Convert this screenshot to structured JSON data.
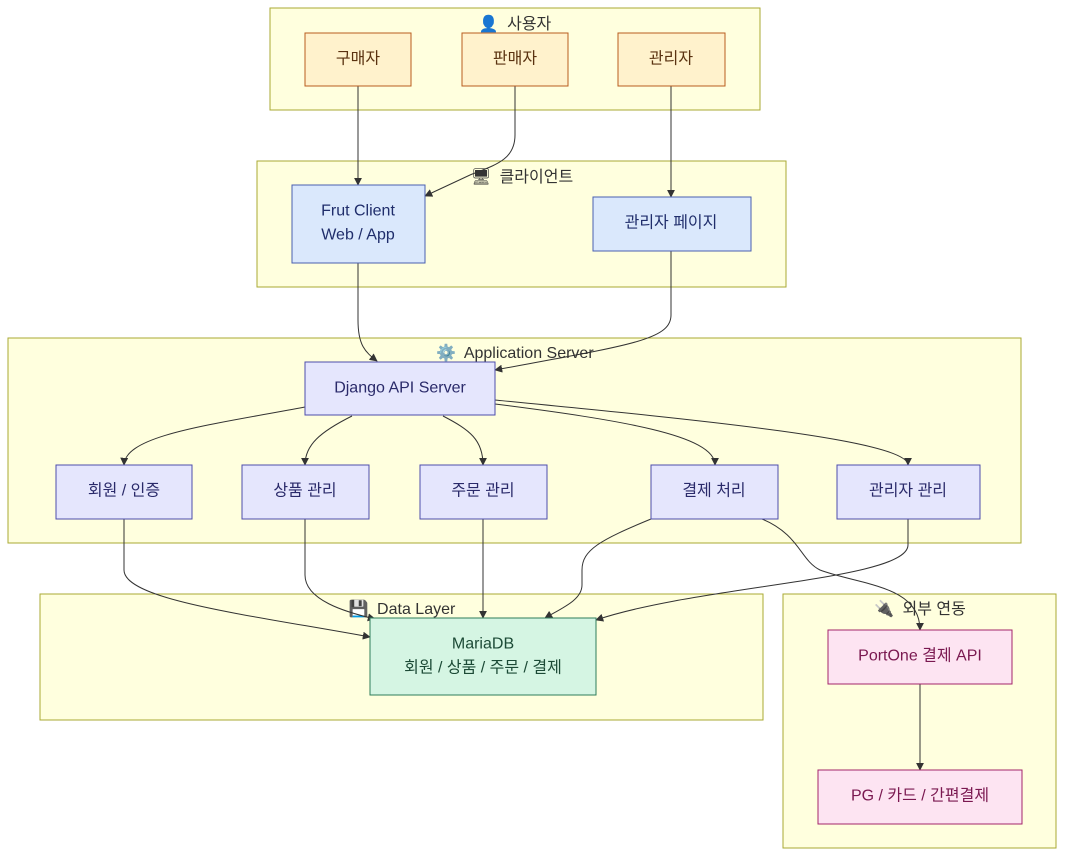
{
  "clusters": {
    "users": {
      "icon": "👤",
      "title": "사용자"
    },
    "client": {
      "icon": "🖥",
      "title": "클라이언트"
    },
    "server": {
      "icon": "⚙️",
      "title": "Application Server"
    },
    "data": {
      "icon": "💾",
      "title": "Data Layer"
    },
    "external": {
      "icon": "🔌",
      "title": "외부 연동"
    }
  },
  "nodes": {
    "buyer": "구매자",
    "seller": "판매자",
    "admin": "관리자",
    "frut_client_line1": "Frut Client",
    "frut_client_line2": "Web / App",
    "admin_page": "관리자 페이지",
    "django_api": "Django API Server",
    "member_auth": "회원 / 인증",
    "product_mgmt": "상품 관리",
    "order_mgmt": "주문 관리",
    "payment": "결제 처리",
    "admin_mgmt": "관리자 관리",
    "mariadb_line1": "MariaDB",
    "mariadb_line2": "회원 / 상품 / 주문 / 결제",
    "portone": "PortOne 결제 API",
    "pg": "PG / 카드 / 간편결제"
  },
  "icons": {
    "users": "user-icon",
    "client": "monitor-icon",
    "server": "gear-icon",
    "data": "floppy-disk-icon",
    "external": "plug-icon"
  }
}
